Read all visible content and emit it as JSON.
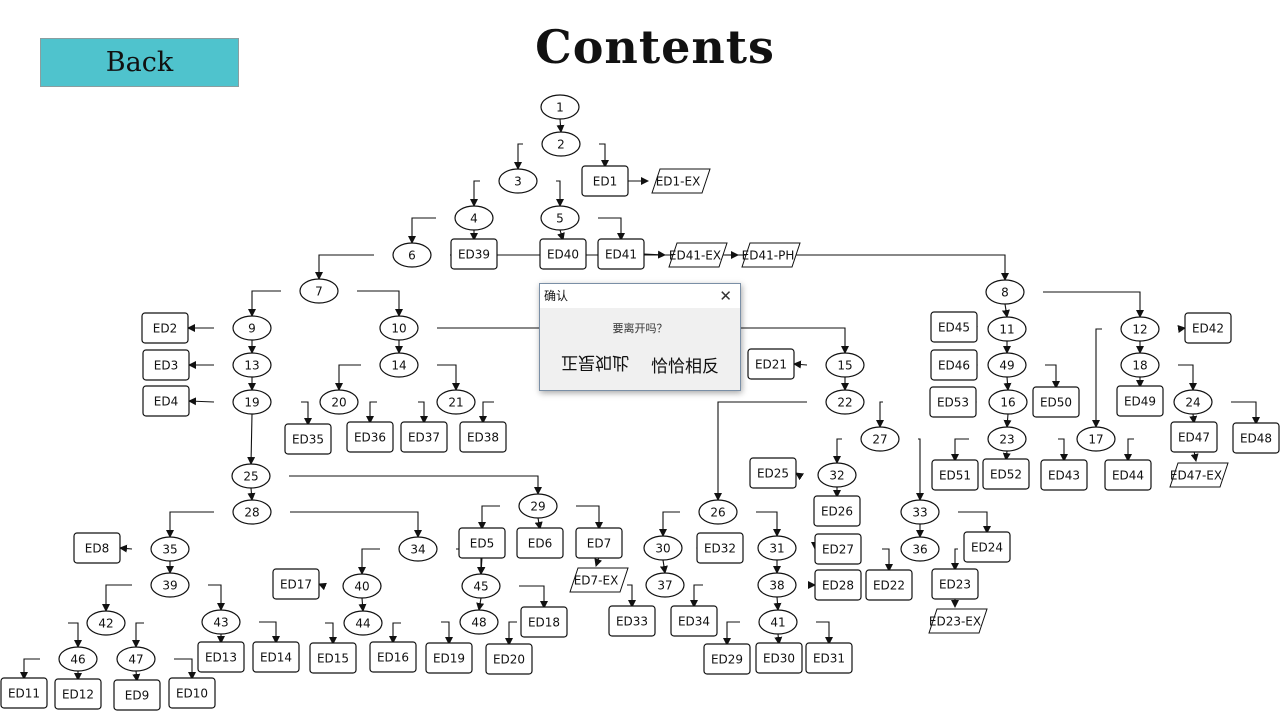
{
  "header": {
    "back_label": "Back",
    "title": "Contents"
  },
  "dialog": {
    "title": "确认",
    "message": "要离开吗？",
    "button_left": "正是如此",
    "button_right": "恰恰相反",
    "close_icon": "close-icon"
  },
  "diagram": {
    "nodes": [
      {
        "id": "n1",
        "label": "1",
        "shape": "ellipse"
      },
      {
        "id": "n2",
        "label": "2",
        "shape": "ellipse"
      },
      {
        "id": "n3",
        "label": "3",
        "shape": "ellipse"
      },
      {
        "id": "n4",
        "label": "4",
        "shape": "ellipse"
      },
      {
        "id": "n5",
        "label": "5",
        "shape": "ellipse"
      },
      {
        "id": "n6",
        "label": "6",
        "shape": "ellipse"
      },
      {
        "id": "n7",
        "label": "7",
        "shape": "ellipse"
      },
      {
        "id": "n8",
        "label": "8",
        "shape": "ellipse"
      },
      {
        "id": "n9",
        "label": "9",
        "shape": "ellipse"
      },
      {
        "id": "n10",
        "label": "10",
        "shape": "ellipse"
      },
      {
        "id": "n11",
        "label": "11",
        "shape": "ellipse"
      },
      {
        "id": "n12",
        "label": "12",
        "shape": "ellipse"
      },
      {
        "id": "n13",
        "label": "13",
        "shape": "ellipse"
      },
      {
        "id": "n14",
        "label": "14",
        "shape": "ellipse"
      },
      {
        "id": "n15",
        "label": "15",
        "shape": "ellipse"
      },
      {
        "id": "n16",
        "label": "16",
        "shape": "ellipse"
      },
      {
        "id": "n17",
        "label": "17",
        "shape": "ellipse"
      },
      {
        "id": "n18",
        "label": "18",
        "shape": "ellipse"
      },
      {
        "id": "n19",
        "label": "19",
        "shape": "ellipse"
      },
      {
        "id": "n20",
        "label": "20",
        "shape": "ellipse"
      },
      {
        "id": "n21",
        "label": "21",
        "shape": "ellipse"
      },
      {
        "id": "n22",
        "label": "22",
        "shape": "ellipse"
      },
      {
        "id": "n23",
        "label": "23",
        "shape": "ellipse"
      },
      {
        "id": "n24",
        "label": "24",
        "shape": "ellipse"
      },
      {
        "id": "n25",
        "label": "25",
        "shape": "ellipse"
      },
      {
        "id": "n26",
        "label": "26",
        "shape": "ellipse"
      },
      {
        "id": "n27",
        "label": "27",
        "shape": "ellipse"
      },
      {
        "id": "n28",
        "label": "28",
        "shape": "ellipse"
      },
      {
        "id": "n29",
        "label": "29",
        "shape": "ellipse"
      },
      {
        "id": "n30",
        "label": "30",
        "shape": "ellipse"
      },
      {
        "id": "n31",
        "label": "31",
        "shape": "ellipse"
      },
      {
        "id": "n32",
        "label": "32",
        "shape": "ellipse"
      },
      {
        "id": "n33",
        "label": "33",
        "shape": "ellipse"
      },
      {
        "id": "n34",
        "label": "34",
        "shape": "ellipse"
      },
      {
        "id": "n35",
        "label": "35",
        "shape": "ellipse"
      },
      {
        "id": "n36",
        "label": "36",
        "shape": "ellipse"
      },
      {
        "id": "n37",
        "label": "37",
        "shape": "ellipse"
      },
      {
        "id": "n38",
        "label": "38",
        "shape": "ellipse"
      },
      {
        "id": "n39",
        "label": "39",
        "shape": "ellipse"
      },
      {
        "id": "n40",
        "label": "40",
        "shape": "ellipse"
      },
      {
        "id": "n41",
        "label": "41",
        "shape": "ellipse"
      },
      {
        "id": "n42",
        "label": "42",
        "shape": "ellipse"
      },
      {
        "id": "n43",
        "label": "43",
        "shape": "ellipse"
      },
      {
        "id": "n44",
        "label": "44",
        "shape": "ellipse"
      },
      {
        "id": "n45",
        "label": "45",
        "shape": "ellipse"
      },
      {
        "id": "n46",
        "label": "46",
        "shape": "ellipse"
      },
      {
        "id": "n47",
        "label": "47",
        "shape": "ellipse"
      },
      {
        "id": "n48",
        "label": "48",
        "shape": "ellipse"
      },
      {
        "id": "n49",
        "label": "49",
        "shape": "ellipse"
      },
      {
        "id": "ED1",
        "label": "ED1",
        "shape": "rect"
      },
      {
        "id": "ED2",
        "label": "ED2",
        "shape": "rect"
      },
      {
        "id": "ED3",
        "label": "ED3",
        "shape": "rect"
      },
      {
        "id": "ED4",
        "label": "ED4",
        "shape": "rect"
      },
      {
        "id": "ED5",
        "label": "ED5",
        "shape": "rect"
      },
      {
        "id": "ED6",
        "label": "ED6",
        "shape": "rect"
      },
      {
        "id": "ED7",
        "label": "ED7",
        "shape": "rect"
      },
      {
        "id": "ED8",
        "label": "ED8",
        "shape": "rect"
      },
      {
        "id": "ED9",
        "label": "ED9",
        "shape": "rect"
      },
      {
        "id": "ED10",
        "label": "ED10",
        "shape": "rect"
      },
      {
        "id": "ED11",
        "label": "ED11",
        "shape": "rect"
      },
      {
        "id": "ED12",
        "label": "ED12",
        "shape": "rect"
      },
      {
        "id": "ED13",
        "label": "ED13",
        "shape": "rect"
      },
      {
        "id": "ED14",
        "label": "ED14",
        "shape": "rect"
      },
      {
        "id": "ED15",
        "label": "ED15",
        "shape": "rect"
      },
      {
        "id": "ED16",
        "label": "ED16",
        "shape": "rect"
      },
      {
        "id": "ED17",
        "label": "ED17",
        "shape": "rect"
      },
      {
        "id": "ED18",
        "label": "ED18",
        "shape": "rect"
      },
      {
        "id": "ED19",
        "label": "ED19",
        "shape": "rect"
      },
      {
        "id": "ED20",
        "label": "ED20",
        "shape": "rect"
      },
      {
        "id": "ED21",
        "label": "ED21",
        "shape": "rect"
      },
      {
        "id": "ED22",
        "label": "ED22",
        "shape": "rect"
      },
      {
        "id": "ED23",
        "label": "ED23",
        "shape": "rect"
      },
      {
        "id": "ED24",
        "label": "ED24",
        "shape": "rect"
      },
      {
        "id": "ED25",
        "label": "ED25",
        "shape": "rect"
      },
      {
        "id": "ED26",
        "label": "ED26",
        "shape": "rect"
      },
      {
        "id": "ED27",
        "label": "ED27",
        "shape": "rect"
      },
      {
        "id": "ED28",
        "label": "ED28",
        "shape": "rect"
      },
      {
        "id": "ED29",
        "label": "ED29",
        "shape": "rect"
      },
      {
        "id": "ED30",
        "label": "ED30",
        "shape": "rect"
      },
      {
        "id": "ED31",
        "label": "ED31",
        "shape": "rect"
      },
      {
        "id": "ED32",
        "label": "ED32",
        "shape": "rect"
      },
      {
        "id": "ED33",
        "label": "ED33",
        "shape": "rect"
      },
      {
        "id": "ED34",
        "label": "ED34",
        "shape": "rect"
      },
      {
        "id": "ED35",
        "label": "ED35",
        "shape": "rect"
      },
      {
        "id": "ED36",
        "label": "ED36",
        "shape": "rect"
      },
      {
        "id": "ED37",
        "label": "ED37",
        "shape": "rect"
      },
      {
        "id": "ED38",
        "label": "ED38",
        "shape": "rect"
      },
      {
        "id": "ED39",
        "label": "ED39",
        "shape": "rect"
      },
      {
        "id": "ED40",
        "label": "ED40",
        "shape": "rect"
      },
      {
        "id": "ED41",
        "label": "ED41",
        "shape": "rect"
      },
      {
        "id": "ED42",
        "label": "ED42",
        "shape": "rect"
      },
      {
        "id": "ED43",
        "label": "ED43",
        "shape": "rect"
      },
      {
        "id": "ED44",
        "label": "ED44",
        "shape": "rect"
      },
      {
        "id": "ED45",
        "label": "ED45",
        "shape": "rect"
      },
      {
        "id": "ED46",
        "label": "ED46",
        "shape": "rect"
      },
      {
        "id": "ED47",
        "label": "ED47",
        "shape": "rect"
      },
      {
        "id": "ED48",
        "label": "ED48",
        "shape": "rect"
      },
      {
        "id": "ED49",
        "label": "ED49",
        "shape": "rect"
      },
      {
        "id": "ED50",
        "label": "ED50",
        "shape": "rect"
      },
      {
        "id": "ED51",
        "label": "ED51",
        "shape": "rect"
      },
      {
        "id": "ED52",
        "label": "ED52",
        "shape": "rect"
      },
      {
        "id": "ED53",
        "label": "ED53",
        "shape": "rect"
      },
      {
        "id": "ED1-EX",
        "label": "ED1-EX",
        "shape": "para"
      },
      {
        "id": "ED41-EX",
        "label": "ED41-EX",
        "shape": "para"
      },
      {
        "id": "ED41-PH",
        "label": "ED41-PH",
        "shape": "para"
      },
      {
        "id": "ED7-EX",
        "label": "ED7-EX",
        "shape": "para"
      },
      {
        "id": "ED23-EX",
        "label": "ED23-EX",
        "shape": "para"
      },
      {
        "id": "ED47-EX",
        "label": "ED47-EX",
        "shape": "para"
      }
    ],
    "edges": [
      [
        "n1",
        "n2"
      ],
      [
        "n2",
        "n3"
      ],
      [
        "n2",
        "ED1"
      ],
      [
        "ED1",
        "ED1-EX"
      ],
      [
        "n3",
        "n4"
      ],
      [
        "n3",
        "n5"
      ],
      [
        "n4",
        "ED39"
      ],
      [
        "n4",
        "n6"
      ],
      [
        "n5",
        "ED40"
      ],
      [
        "n5",
        "ED41"
      ],
      [
        "ED41",
        "ED41-EX"
      ],
      [
        "ED41-EX",
        "ED41-PH"
      ],
      [
        "n6",
        "n7"
      ],
      [
        "n6",
        "n8"
      ],
      [
        "n7",
        "n9"
      ],
      [
        "n7",
        "n10"
      ],
      [
        "n9",
        "ED2"
      ],
      [
        "n9",
        "n13"
      ],
      [
        "n13",
        "ED3"
      ],
      [
        "n13",
        "n19"
      ],
      [
        "n19",
        "ED4"
      ],
      [
        "n19",
        "n25"
      ],
      [
        "n10",
        "n14"
      ],
      [
        "n10",
        "n15"
      ],
      [
        "n14",
        "n20"
      ],
      [
        "n14",
        "n21"
      ],
      [
        "n20",
        "ED35"
      ],
      [
        "n20",
        "ED36"
      ],
      [
        "n21",
        "ED37"
      ],
      [
        "n21",
        "ED38"
      ],
      [
        "n15",
        "ED21"
      ],
      [
        "n15",
        "n22"
      ],
      [
        "n22",
        "n26"
      ],
      [
        "n22",
        "n27"
      ],
      [
        "n27",
        "n32"
      ],
      [
        "n27",
        "n33"
      ],
      [
        "n32",
        "ED25"
      ],
      [
        "n32",
        "ED26"
      ],
      [
        "n33",
        "n36"
      ],
      [
        "n33",
        "ED24"
      ],
      [
        "n36",
        "ED22"
      ],
      [
        "n36",
        "ED23"
      ],
      [
        "ED23",
        "ED23-EX"
      ],
      [
        "n26",
        "n30"
      ],
      [
        "n26",
        "n31"
      ],
      [
        "n30",
        "ED32"
      ],
      [
        "n30",
        "n37"
      ],
      [
        "n37",
        "ED33"
      ],
      [
        "n37",
        "ED34"
      ],
      [
        "n31",
        "ED27"
      ],
      [
        "n31",
        "n38"
      ],
      [
        "n38",
        "ED28"
      ],
      [
        "n38",
        "n41"
      ],
      [
        "n41",
        "ED29"
      ],
      [
        "n41",
        "ED30"
      ],
      [
        "n41",
        "ED31"
      ],
      [
        "n25",
        "n28"
      ],
      [
        "n25",
        "n29"
      ],
      [
        "n29",
        "ED5"
      ],
      [
        "n29",
        "ED6"
      ],
      [
        "n29",
        "ED7"
      ],
      [
        "ED7",
        "ED7-EX"
      ],
      [
        "ED5",
        "n45"
      ],
      [
        "n45",
        "n48"
      ],
      [
        "n45",
        "ED18"
      ],
      [
        "n48",
        "ED19"
      ],
      [
        "n48",
        "ED20"
      ],
      [
        "n28",
        "n35"
      ],
      [
        "n28",
        "n34"
      ],
      [
        "n35",
        "ED8"
      ],
      [
        "n35",
        "n39"
      ],
      [
        "n39",
        "n42"
      ],
      [
        "n39",
        "n43"
      ],
      [
        "n42",
        "n46"
      ],
      [
        "n42",
        "n47"
      ],
      [
        "n46",
        "ED11"
      ],
      [
        "n46",
        "ED12"
      ],
      [
        "n47",
        "ED9"
      ],
      [
        "n47",
        "ED10"
      ],
      [
        "n43",
        "ED13"
      ],
      [
        "n43",
        "ED14"
      ],
      [
        "n34",
        "n40"
      ],
      [
        "n34",
        "n45"
      ],
      [
        "n40",
        "ED17"
      ],
      [
        "n40",
        "n44"
      ],
      [
        "n44",
        "ED15"
      ],
      [
        "n44",
        "ED16"
      ],
      [
        "n8",
        "n11"
      ],
      [
        "n8",
        "n12"
      ],
      [
        "n11",
        "ED45"
      ],
      [
        "n11",
        "n49"
      ],
      [
        "n49",
        "ED46"
      ],
      [
        "n49",
        "ED50"
      ],
      [
        "n49",
        "n16"
      ],
      [
        "n16",
        "ED53"
      ],
      [
        "n16",
        "n23"
      ],
      [
        "n23",
        "ED51"
      ],
      [
        "n23",
        "ED52"
      ],
      [
        "n12",
        "ED42"
      ],
      [
        "n12",
        "n18"
      ],
      [
        "n12",
        "n17"
      ],
      [
        "n17",
        "ED43"
      ],
      [
        "n17",
        "ED44"
      ],
      [
        "n18",
        "ED49"
      ],
      [
        "n18",
        "n24"
      ],
      [
        "n24",
        "ED47"
      ],
      [
        "n24",
        "ED48"
      ],
      [
        "ED47",
        "ED47-EX"
      ]
    ]
  }
}
